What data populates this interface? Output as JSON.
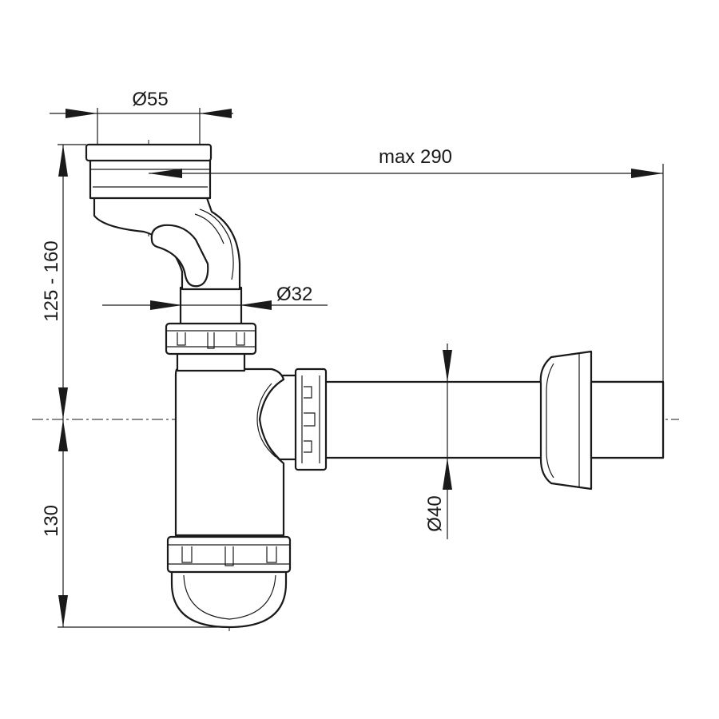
{
  "dimensions": {
    "inlet_diameter": "Ø55",
    "outlet_length": "max 290",
    "inlet_height": "125 - 160",
    "tube_diameter_32": "Ø32",
    "outlet_diameter": "Ø40",
    "trap_depth": "130"
  },
  "colors": {
    "line": "#1a1a1a",
    "background": "#ffffff"
  }
}
